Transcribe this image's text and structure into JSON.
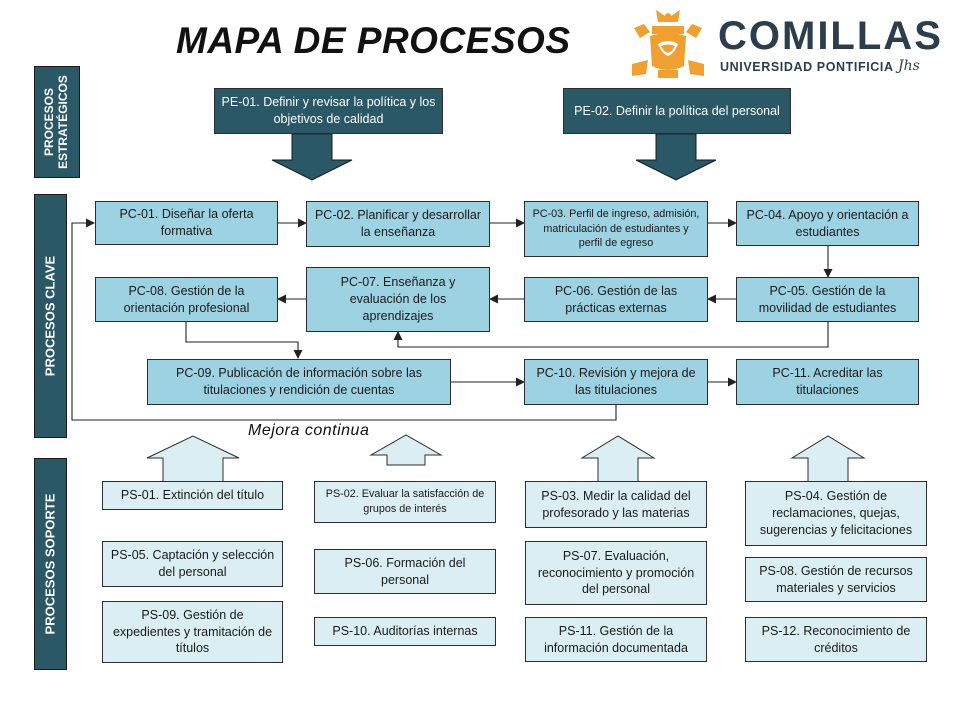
{
  "title": "MAPA DE PROCESOS",
  "logo": {
    "name": "COMILLAS",
    "subtitle": "UNIVERSIDAD PONTIFICIA",
    "signature": "Jhs"
  },
  "sections": {
    "strategic": "PROCESOS ESTRATÉGICOS",
    "key": "PROCESOS CLAVE",
    "support": "PROCESOS SOPORTE"
  },
  "strategic": {
    "pe01": "PE-01. Definir y revisar la política y los objetivos de calidad",
    "pe02": "PE-02. Definir la política del personal"
  },
  "key": {
    "pc01": "PC-01. Diseñar la oferta formativa",
    "pc02": "PC-02. Planificar y desarrollar la enseñanza",
    "pc03": "PC-03. Perfil de ingreso, admisión, matriculación de estudiantes y perfil de egreso",
    "pc04": "PC-04. Apoyo y orientación a estudiantes",
    "pc05": "PC-05. Gestión de la movilidad de estudiantes",
    "pc06": "PC-06. Gestión de las prácticas externas",
    "pc07": "PC-07. Enseñanza y evaluación de los aprendizajes",
    "pc08": "PC-08. Gestión de la orientación profesional",
    "pc09": "PC-09. Publicación de información sobre las titulaciones y rendición de cuentas",
    "pc10": "PC-10. Revisión y mejora de las titulaciones",
    "pc11": "PC-11. Acreditar las titulaciones"
  },
  "loop_label": "Mejora continua",
  "support": {
    "ps01": "PS-01. Extinción del título",
    "ps02": "PS-02. Evaluar la satisfacción de grupos de interés",
    "ps03": "PS-03. Medir la calidad del profesorado y las materias",
    "ps04": "PS-04. Gestión de reclamaciones, quejas, sugerencias y felicitaciones",
    "ps05": "PS-05. Captación y selección del personal",
    "ps06": "PS-06. Formación del personal",
    "ps07": "PS-07. Evaluación, reconocimiento y promoción del personal",
    "ps08": "PS-08. Gestión de recursos materiales y servicios",
    "ps09": "PS-09. Gestión de expedientes y tramitación de títulos",
    "ps10": "PS-10. Auditorías internas",
    "ps11": "PS-11. Gestión de la información documentada",
    "ps12": "PS-12. Reconocimiento de créditos"
  },
  "colors": {
    "dark": "#2a5867",
    "key_box": "#9dd2e2",
    "support_box": "#daeef4",
    "logo_gold": "#f0a030",
    "logo_text": "#2c3e4c"
  }
}
